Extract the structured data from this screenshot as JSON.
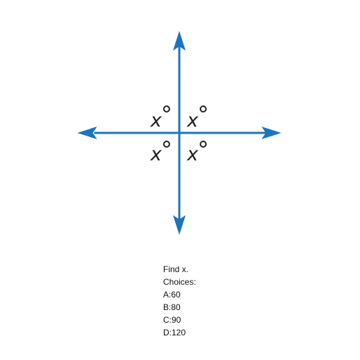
{
  "diagram": {
    "line_color": "#1a75bc",
    "angle_labels": {
      "top_left": "x",
      "top_right": "x",
      "bottom_left": "x",
      "bottom_right": "x"
    }
  },
  "question": {
    "prompt": "Find x.",
    "choices_label": "Choices:",
    "choices": [
      "A:60",
      "B:80",
      "C:90",
      "D:120"
    ]
  }
}
